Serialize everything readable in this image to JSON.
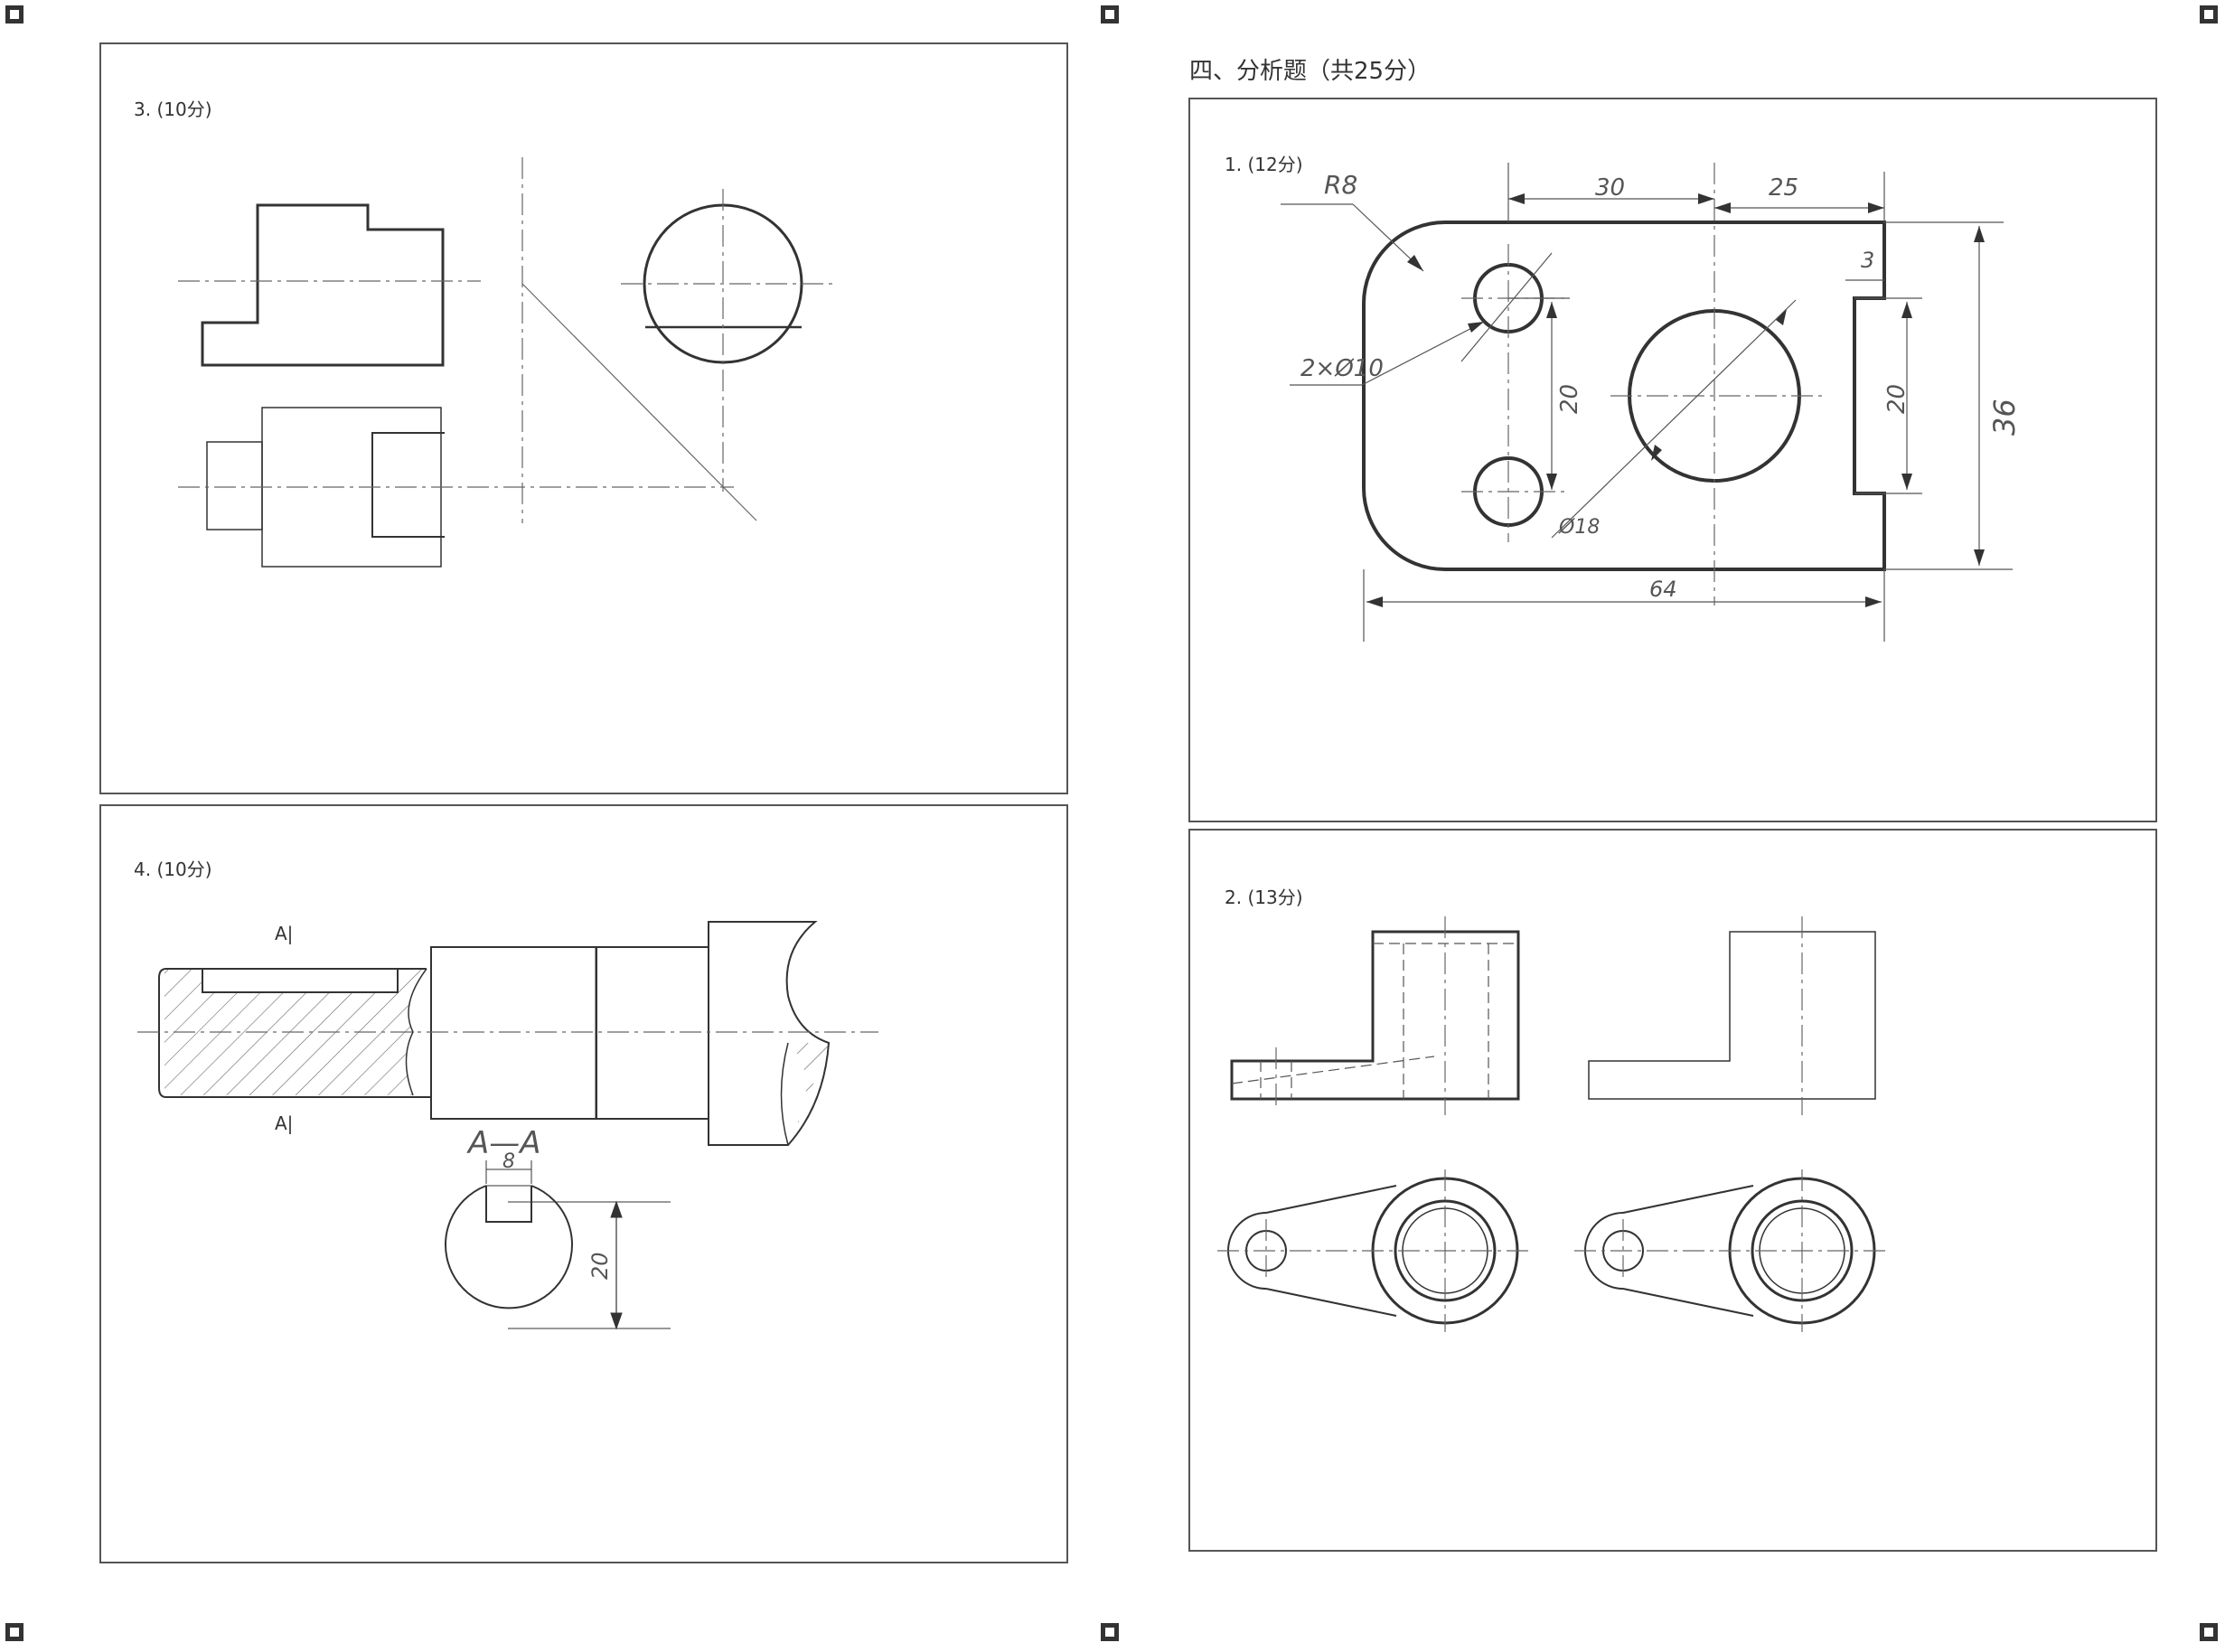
{
  "section": {
    "title": "四、分析题（共25分）"
  },
  "q3": {
    "label": "3. (10分)"
  },
  "q4": {
    "label": "4. (10分)",
    "section_mark_top": "A|",
    "section_mark_bottom": "A|",
    "section_view_title": "A—A",
    "dim_width": "8",
    "dim_height": "20"
  },
  "a1": {
    "label": "1. (12分)",
    "dims": {
      "radius": "R8",
      "holes": "2×Ø10",
      "big_hole": "Ø18",
      "top_left": "30",
      "top_right": "25",
      "notch_depth": "3",
      "hole_spacing": "20",
      "notch_height": "20",
      "total_height": "36",
      "total_width": "64"
    }
  },
  "a2": {
    "label": "2. (13分)"
  }
}
